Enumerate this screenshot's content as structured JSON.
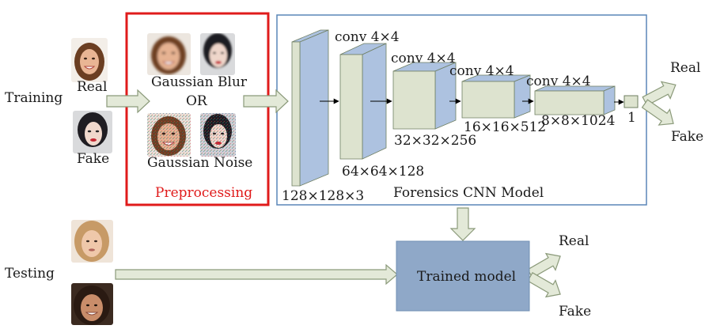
{
  "training": {
    "label": "Training",
    "real_label": "Real",
    "fake_label": "Fake"
  },
  "preprocessing": {
    "blur_label": "Gaussian Blur",
    "or_label": "OR",
    "noise_label": "Gaussian Noise",
    "title": "Preprocessing",
    "border_color": "#e01b1b"
  },
  "cnn": {
    "title": "Forensics CNN Model",
    "border_color": "#5a86b8",
    "layers": [
      {
        "size": "128×128×3",
        "op": ""
      },
      {
        "size": "64×64×128",
        "op": "conv 4×4"
      },
      {
        "size": "32×32×256",
        "op": "conv 4×4"
      },
      {
        "size": "16×16×512",
        "op": "conv 4×4"
      },
      {
        "size": "8×8×1024",
        "op": "conv 4×4"
      }
    ],
    "output_label": "1",
    "out_real": "Real",
    "out_fake": "Fake"
  },
  "testing": {
    "label": "Testing",
    "model_label": "Trained model",
    "out_real": "Real",
    "out_fake": "Fake"
  },
  "colors": {
    "layer_front": "#dde3cf",
    "layer_side": "#adc2e0",
    "arrow_fill": "#e3e9d8",
    "arrow_stroke": "#8b9a7a",
    "model_fill": "#8fa8c8"
  },
  "icons": [
    "real-face-image",
    "fake-face-image",
    "blurred-face-image",
    "noisy-face-image",
    "test-face-image"
  ]
}
